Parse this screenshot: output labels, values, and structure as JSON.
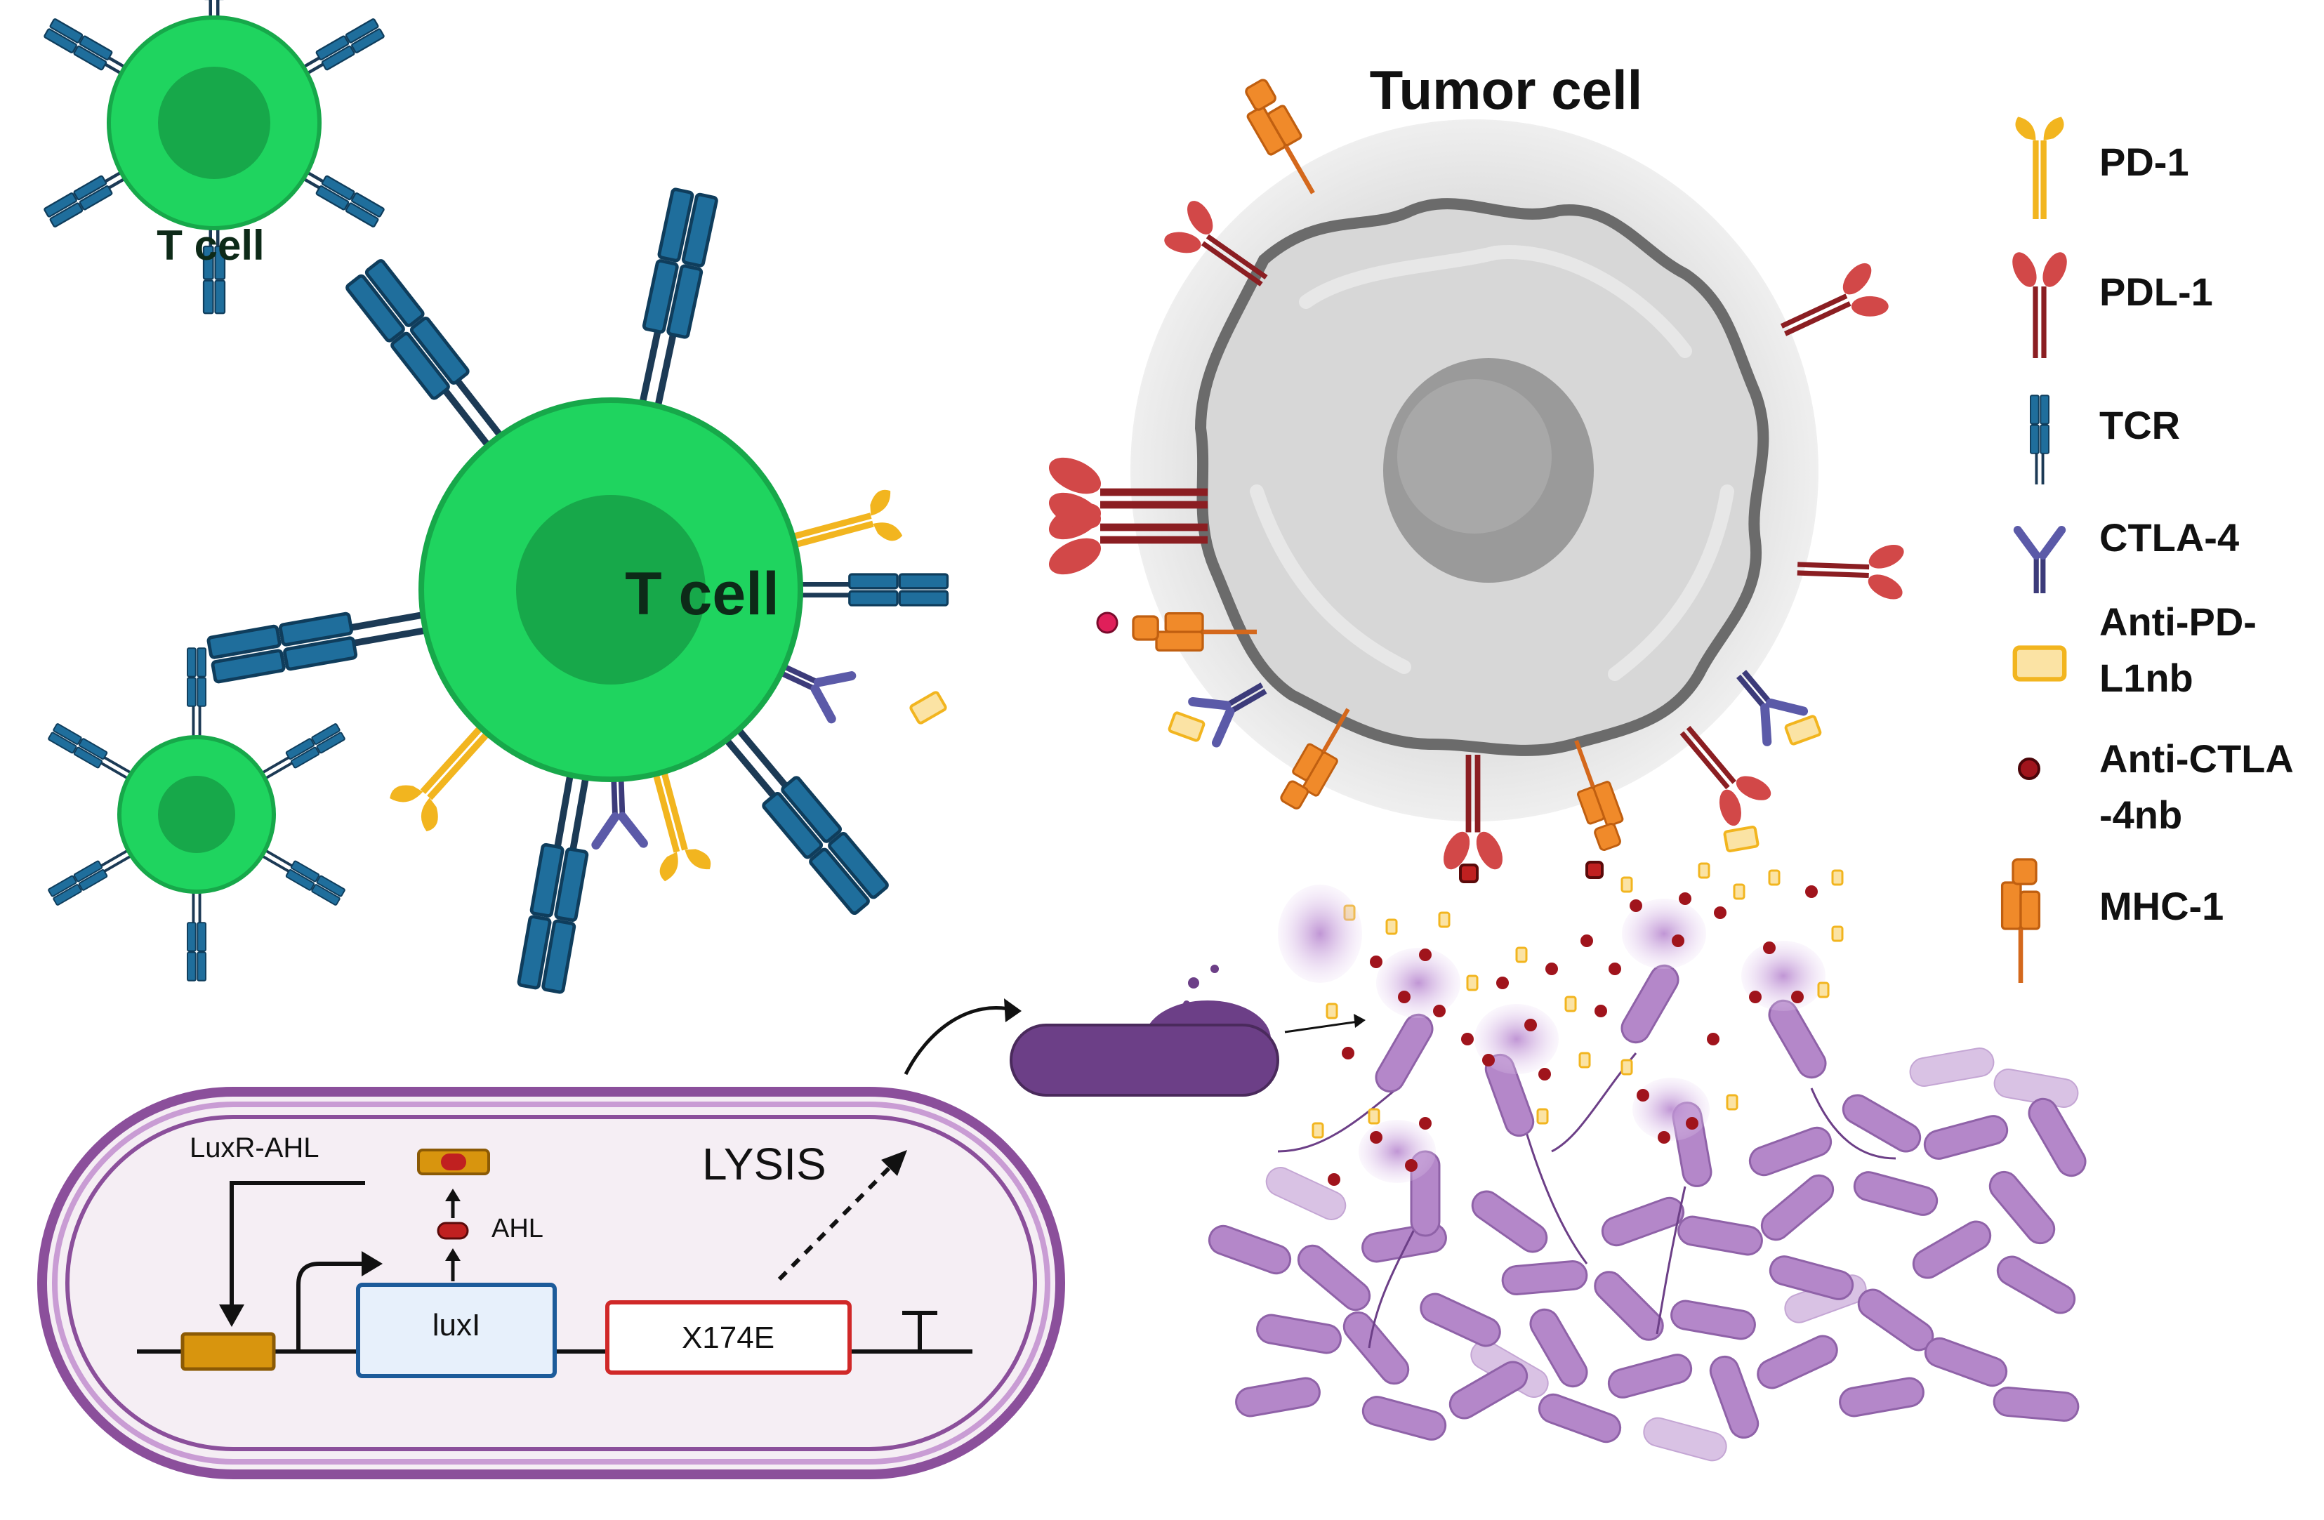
{
  "tumor": {
    "title": "Tumor cell"
  },
  "tcells": {
    "large_label": "T cell",
    "small_label": "T cell"
  },
  "legend": [
    {
      "key": "pd1",
      "label": "PD-1"
    },
    {
      "key": "pdl1",
      "label": "PDL-1"
    },
    {
      "key": "tcr",
      "label": "TCR"
    },
    {
      "key": "ctla4",
      "label": "CTLA-4"
    },
    {
      "key": "antipdl1",
      "label_line1": "Anti-PD-",
      "label_line2": "L1nb"
    },
    {
      "key": "antictla4",
      "label_line1": "Anti-CTLA",
      "label_line2": "-4nb"
    },
    {
      "key": "mhc1",
      "label": "MHC-1"
    }
  ],
  "circuit": {
    "luxr_ahl": "LuxR-AHL",
    "ahl": "AHL",
    "lysis": "LYSIS",
    "luxi": "luxI",
    "x174e": "X174E"
  },
  "colors": {
    "tcell_green": "#1fd45f",
    "tcell_nucleus": "#17a84a",
    "tcr_blue": "#1f6e9c",
    "pd1_yellow": "#f2b51f",
    "pdl1_red": "#c33a3a",
    "ctla4_purple": "#5b5aa8",
    "mhc_orange": "#f08a2a",
    "bacteria_purple": "#a77bc0",
    "tumor_gray": "#c8c8c8"
  }
}
